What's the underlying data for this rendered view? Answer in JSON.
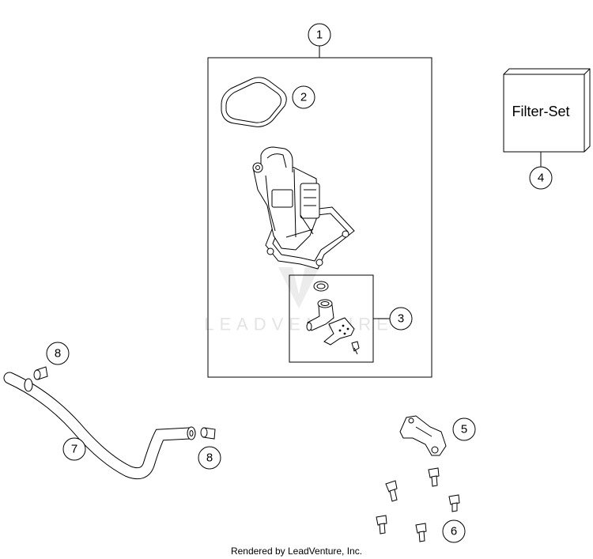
{
  "callouts": [
    {
      "id": "1",
      "label": "1"
    },
    {
      "id": "2",
      "label": "2"
    },
    {
      "id": "3",
      "label": "3"
    },
    {
      "id": "4",
      "label": "4"
    },
    {
      "id": "5",
      "label": "5"
    },
    {
      "id": "6",
      "label": "6"
    },
    {
      "id": "7",
      "label": "7"
    },
    {
      "id": "8a",
      "label": "8"
    },
    {
      "id": "8b",
      "label": "8"
    }
  ],
  "filter_set": {
    "label": "Filter-Set"
  },
  "watermark": {
    "text": "LEADVENTURE"
  },
  "footer": {
    "text": "Rendered by LeadVenture, Inc."
  }
}
